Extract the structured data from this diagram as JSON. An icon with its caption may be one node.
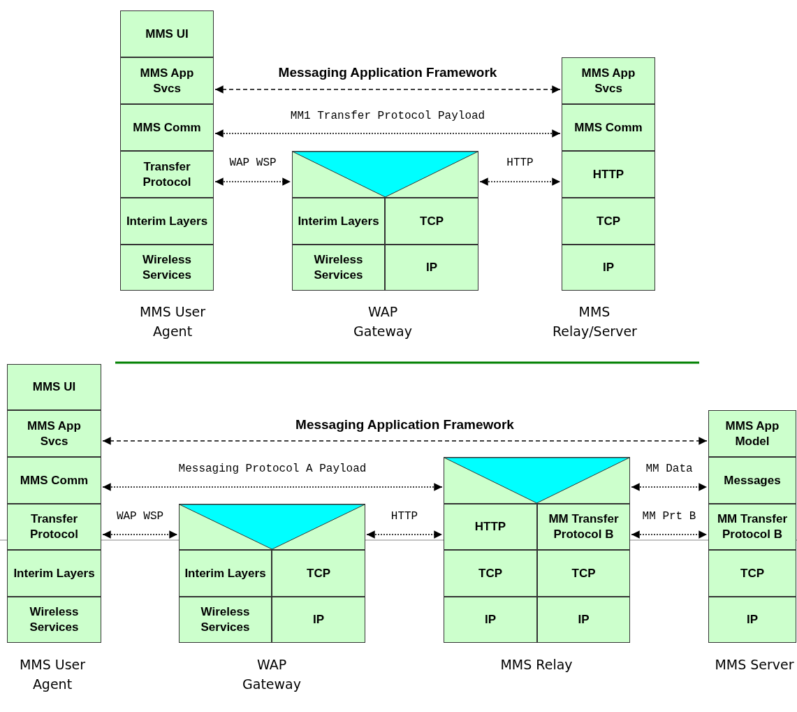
{
  "diagram": {
    "nodes": [
      {
        "text": [
          "MMS UI"
        ]
      },
      {
        "text": [
          "MMS App Svcs"
        ]
      },
      {
        "text": [
          "MMS Comm"
        ]
      },
      {
        "text": [
          "Transfer Protocol"
        ]
      },
      {
        "text": [
          "Interim Layers"
        ]
      },
      {
        "text": [
          "Wireless Services"
        ]
      },
      {
        "text": [],
        "shape": "box"
      },
      {
        "text": [
          "Interim Layers"
        ]
      },
      {
        "text": [
          "TCP"
        ]
      },
      {
        "text": [
          "Wireless Services"
        ]
      },
      {
        "text": [
          "IP"
        ]
      },
      {
        "text": [
          "MMS App Svcs"
        ]
      },
      {
        "text": [
          "MMS Comm"
        ]
      },
      {
        "text": [
          "HTTP"
        ]
      },
      {
        "text": [
          "TCP"
        ]
      },
      {
        "text": [
          "IP"
        ]
      },
      {
        "text": [
          "MMS UI"
        ]
      },
      {
        "text": [
          "MMS App Svcs"
        ]
      },
      {
        "text": [
          "MMS Comm"
        ]
      },
      {
        "text": [
          "Transfer Protocol"
        ]
      },
      {
        "text": [
          "Interim Layers"
        ]
      },
      {
        "text": [
          "Wireless Services"
        ]
      },
      {
        "text": [],
        "shape": "box"
      },
      {
        "text": [
          "Interim Layers"
        ]
      },
      {
        "text": [
          "TCP"
        ]
      },
      {
        "text": [
          "Wireless Services"
        ]
      },
      {
        "text": [
          "IP"
        ]
      },
      {
        "text": [],
        "shape": "box"
      },
      {
        "text": [
          "HTTP"
        ]
      },
      {
        "text": [
          "MM Transfer Protocol B"
        ]
      },
      {
        "text": [
          "TCP"
        ]
      },
      {
        "text": [
          "TCP"
        ]
      },
      {
        "text": [
          "IP"
        ]
      },
      {
        "text": [
          "IP"
        ]
      },
      {
        "text": [
          "MMS App Model"
        ]
      },
      {
        "text": [
          "Messages"
        ]
      },
      {
        "text": [
          "MM Transfer Protocol B"
        ]
      },
      {
        "text": [
          "TCP"
        ]
      },
      {
        "text": [
          "IP"
        ]
      }
    ],
    "edges": [
      {
        "from": 1,
        "to": 11,
        "arrow": "both",
        "label": "Messaging Application Framework",
        "style": "dashed"
      },
      {
        "from": 2,
        "to": 12,
        "arrow": "both",
        "label": "MM1 Transfer Protocol Payload"
      },
      {
        "from": 3,
        "to": 6,
        "arrow": "both",
        "label": "WAP WSP"
      },
      {
        "from": 6,
        "to": 13,
        "arrow": "both",
        "label": "HTTP"
      },
      {
        "from": 17,
        "to": 34,
        "arrow": "both",
        "label": "Messaging Application Framework",
        "style": "dashed"
      },
      {
        "from": 18,
        "to": 27,
        "arrow": "both",
        "label": "Messaging Protocol A Payload"
      },
      {
        "from": 19,
        "to": 22,
        "arrow": "both",
        "label": "WAP WSP"
      },
      {
        "from": 22,
        "to": 28,
        "arrow": "both",
        "label": "HTTP"
      },
      {
        "from": 27,
        "to": 35,
        "arrow": "both",
        "label": "MM Data"
      },
      {
        "from": 29,
        "to": 36,
        "arrow": "both",
        "label": "MM Prt B"
      }
    ],
    "labels": [
      "MMS User Agent",
      "WAP Gateway",
      "MMS Relay/Server",
      "MMS User Agent",
      "WAP Gateway",
      "MMS Relay",
      "MMS Server"
    ]
  }
}
